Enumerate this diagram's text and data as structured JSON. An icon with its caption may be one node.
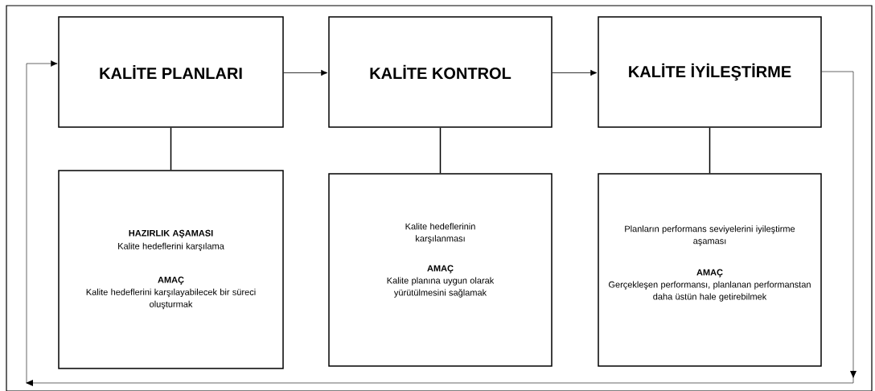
{
  "diagram": {
    "nodes": [
      {
        "text": [
          "KALİTE PLANLARI"
        ]
      },
      {
        "text": [
          "KALİTE KONTROL"
        ]
      },
      {
        "text": [
          "KALİTE İYİLEŞTİRME"
        ]
      },
      {
        "text": [
          "HAZIRLIK AŞAMASI",
          "Kalite hedeflerini karşılama",
          "AMAÇ",
          "Kalite hedeflerini karşılayabilecek bir süreci oluşturmak"
        ]
      },
      {
        "text": [
          "Kalite hedeflerinin karşılanması",
          "AMAÇ",
          "Kalite planına uygun olarak yürütülmesini sağlamak"
        ]
      },
      {
        "text": [
          "Planların performans seviyelerini iyileştirme aşaması",
          "AMAÇ",
          "Gerçekleşen performansı, planlanan performanstan daha üstün hale getirebilmek"
        ]
      }
    ],
    "edges": [
      {
        "from": 0,
        "to": 1,
        "arrow": "to"
      },
      {
        "from": 1,
        "to": 2,
        "arrow": "to"
      },
      {
        "from": 2,
        "to": 0,
        "arrow": "to"
      },
      {
        "from": 0,
        "to": 3,
        "arrow": "none"
      },
      {
        "from": 1,
        "to": 4,
        "arrow": "none"
      },
      {
        "from": 2,
        "to": 5,
        "arrow": "none"
      }
    ]
  }
}
